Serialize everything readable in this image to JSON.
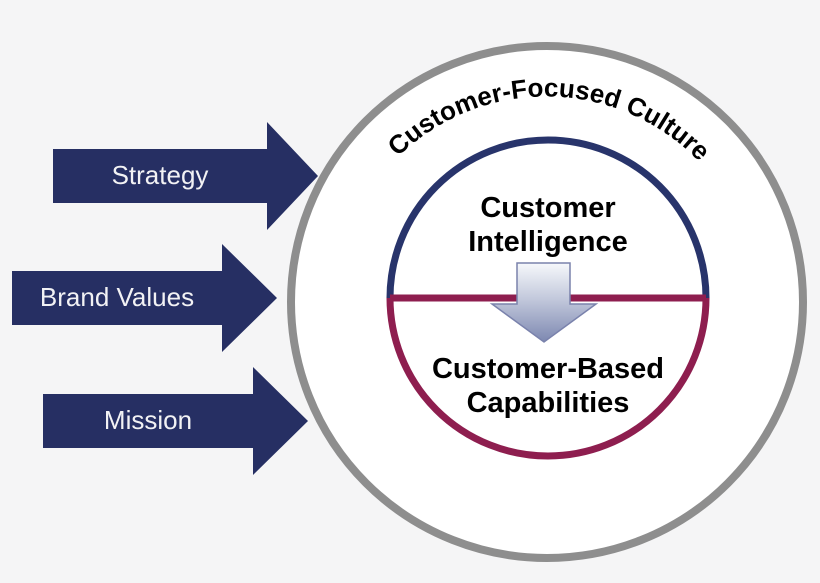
{
  "title": "Customer-Focused Culture diagram",
  "colors": {
    "background": "#f5f5f6",
    "circle_fill": "#ffffff",
    "outer_ring_gray": "#8e8e8e",
    "navy": "#262f63",
    "inner_navy_arc": "#28346b",
    "maroon": "#8e1e4f",
    "arrow_gradient_top": "#f4f6fa",
    "arrow_gradient_bottom": "#7d88b1",
    "arrow_outline": "#7a82ac",
    "arrow_label_text": "#f2f2f4",
    "diagram_text": "#000000"
  },
  "outer_circle": {
    "label": "Customer-Focused Culture"
  },
  "inner_circle": {
    "top": {
      "line1": "Customer",
      "line2": "Intelligence"
    },
    "bottom": {
      "line1": "Customer-Based",
      "line2": "Capabilities"
    }
  },
  "input_arrows": [
    {
      "label": "Strategy"
    },
    {
      "label": "Brand Values"
    },
    {
      "label": "Mission"
    }
  ]
}
